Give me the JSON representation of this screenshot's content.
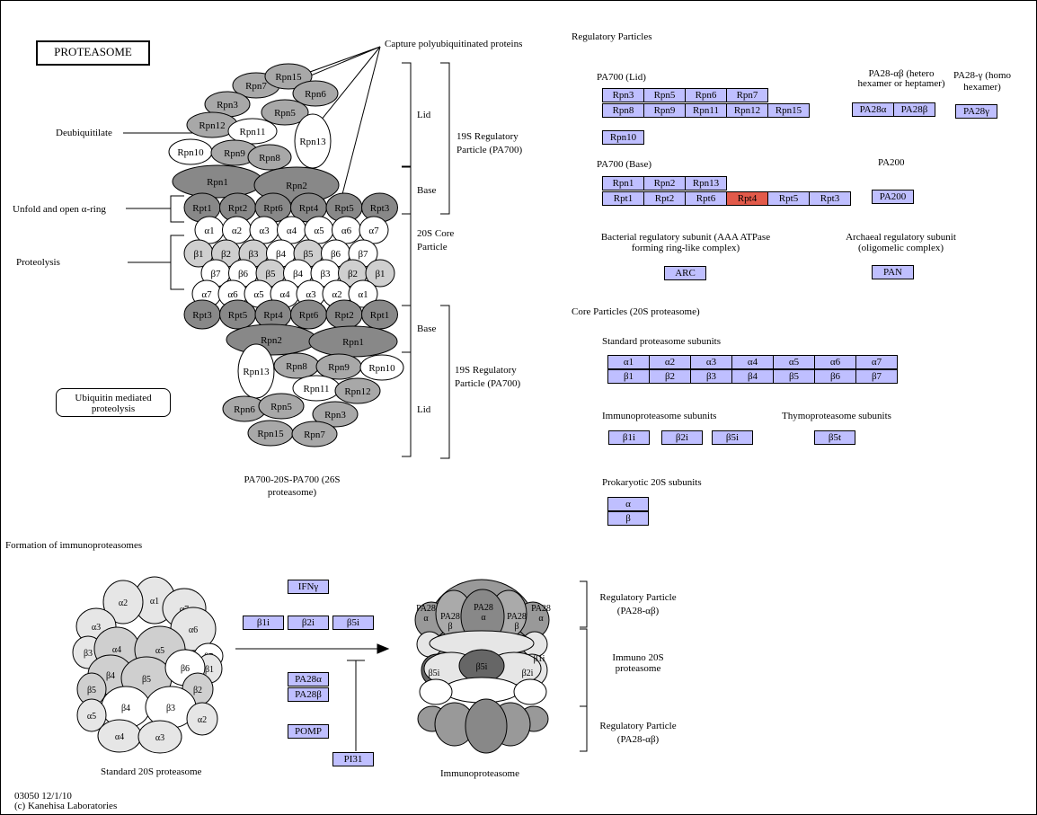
{
  "pathway": {
    "title": "PROTEASOME",
    "code": "03050 12/1/10",
    "credit": "(c) Kanehisa Laboratories"
  },
  "left": {
    "capture": "Capture polyubiquitinated proteins",
    "deubiq": "Deubiquitilate",
    "unfold": "Unfold and open α-ring",
    "proteolysis": "Proteolysis",
    "ubiquitin": "Ubiquitin mediated proteolysis",
    "lid": "Lid",
    "base": "Base",
    "reg19": "19S Regulatory Particle (PA700)",
    "core20": "20S Core Particle",
    "caption": "PA700-20S-PA700 (26S proteasome)"
  },
  "right": {
    "regulatory_particles": "Regulatory Particles",
    "pa700_lid_label": "PA700 (Lid)",
    "pa700_lid_row1": [
      "Rpn3",
      "Rpn5",
      "Rpn6",
      "Rpn7"
    ],
    "pa700_lid_row2": [
      "Rpn8",
      "Rpn9",
      "Rpn11",
      "Rpn12",
      "Rpn15"
    ],
    "rpn10": "Rpn10",
    "pa28ab_label": "PA28-αβ (hetero hexamer or heptamer)",
    "pa28ab": [
      "PA28α",
      "PA28β"
    ],
    "pa28g_label": "PA28-γ (homo hexamer)",
    "pa28g": "PA28γ",
    "pa700_base_label": "PA700 (Base)",
    "pa700_base_row1": [
      "Rpn1",
      "Rpn2",
      "Rpn13"
    ],
    "pa700_base_row2": [
      "Rpt1",
      "Rpt2",
      "Rpt6",
      "Rpt4",
      "Rpt5",
      "Rpt3"
    ],
    "highlight_color": "#e25a4a",
    "highlighted": "Rpt4",
    "pa200_label": "PA200",
    "pa200": "PA200",
    "bacterial_label": "Bacterial regulatory subunit (AAA ATPase forming ring-like complex)",
    "arc": "ARC",
    "archaeal_label": "Archaeal regulatory subunit (oligomelic complex)",
    "pan": "PAN",
    "core_particles": "Core Particles (20S proteasome)",
    "standard_label": "Standard proteasome subunits",
    "alpha": [
      "α1",
      "α2",
      "α3",
      "α4",
      "α5",
      "α6",
      "α7"
    ],
    "beta": [
      "β1",
      "β2",
      "β3",
      "β4",
      "β5",
      "β6",
      "β7"
    ],
    "immuno_label": "Immunoproteasome subunits",
    "immuno": [
      "β1i",
      "β2i",
      "β5i"
    ],
    "thymo_label": "Thymoproteasome subunits",
    "thymo": "β5t",
    "prok_label": "Prokaryotic 20S subunits",
    "prok": [
      "α",
      "β"
    ]
  },
  "bottom": {
    "formation": "Formation of immunoproteasomes",
    "ifng": "IFNγ",
    "immuno": [
      "β1i",
      "β2i",
      "β5i"
    ],
    "pa28": [
      "PA28α",
      "PA28β"
    ],
    "pomp": "POMP",
    "pi31": "PI31",
    "standard_caption": "Standard 20S proteasome",
    "immuno_caption": "Immunoproteasome",
    "rp_top": "Regulatory Particle (PA28-αβ)",
    "immuno20s": "Immuno 20S proteasome",
    "rp_bottom": "Regulatory Particle (PA28-αβ)"
  },
  "diagram26s": {
    "lid_top": [
      "Rpn7",
      "Rpn15",
      "Rpn3",
      "Rpn6",
      "Rpn5",
      "Rpn12",
      "Rpn11",
      "Rpn13",
      "Rpn10",
      "Rpn9",
      "Rpn8"
    ],
    "base_top_rpn": [
      "Rpn1",
      "Rpn2"
    ],
    "rpt_top": [
      "Rpt1",
      "Rpt2",
      "Rpt6",
      "Rpt4",
      "Rpt5",
      "Rpt3"
    ],
    "alpha_top": [
      "α1",
      "α2",
      "α3",
      "α4",
      "α5",
      "α6",
      "α7"
    ],
    "beta_top": [
      "β1",
      "β2",
      "β3",
      "β4",
      "β5",
      "β6",
      "β7"
    ],
    "beta_bot": [
      "β7",
      "β6",
      "β5",
      "β4",
      "β3",
      "β2",
      "β1"
    ],
    "alpha_bot": [
      "α7",
      "α6",
      "α5",
      "α4",
      "α3",
      "α2",
      "α1"
    ],
    "rpt_bot": [
      "Rpt3",
      "Rpt5",
      "Rpt4",
      "Rpt6",
      "Rpt2",
      "Rpt1"
    ],
    "base_bot_rpn": [
      "Rpn2",
      "Rpn1"
    ],
    "lid_bot": [
      "Rpn13",
      "Rpn8",
      "Rpn9",
      "Rpn10",
      "Rpn11",
      "Rpn12",
      "Rpn6",
      "Rpn5",
      "Rpn3",
      "Rpn15",
      "Rpn7"
    ]
  }
}
